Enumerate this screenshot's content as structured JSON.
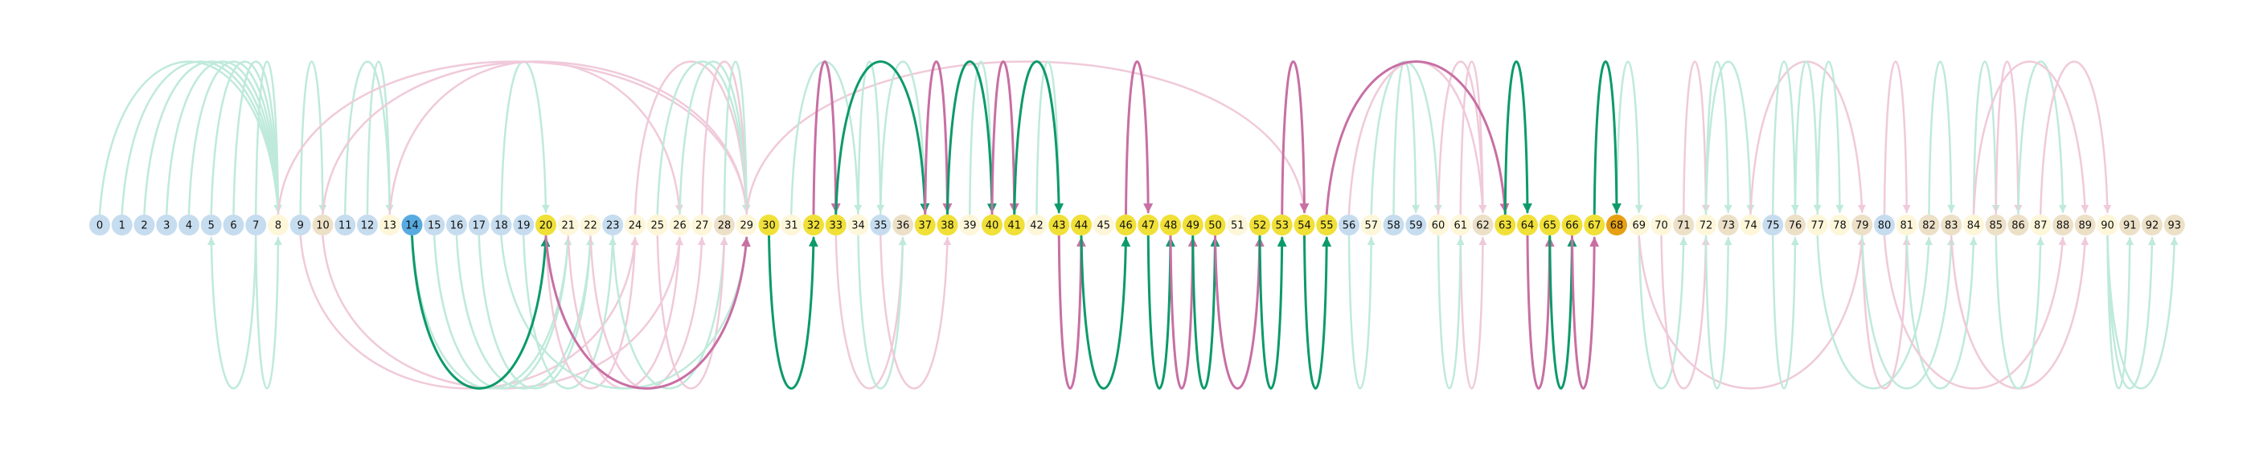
{
  "colors": {
    "low_blue": "#c6dcef",
    "pale_yellow": "#fdf6d9",
    "tan": "#ece0c7",
    "bright_yellow": "#f0e037",
    "blue_source": "#58abe0",
    "orange_target": "#e7a013",
    "green_strong": "#0c9a6a",
    "pink_strong": "#c86fa4",
    "green_faint": "#bfeadb",
    "pink_faint": "#f0cada"
  },
  "nodes": [
    {
      "label": "0",
      "color": "low_blue"
    },
    {
      "label": "1",
      "color": "low_blue"
    },
    {
      "label": "2",
      "color": "low_blue"
    },
    {
      "label": "3",
      "color": "low_blue"
    },
    {
      "label": "4",
      "color": "low_blue"
    },
    {
      "label": "5",
      "color": "low_blue"
    },
    {
      "label": "6",
      "color": "low_blue"
    },
    {
      "label": "7",
      "color": "low_blue"
    },
    {
      "label": "8",
      "color": "pale_yellow"
    },
    {
      "label": "9",
      "color": "low_blue"
    },
    {
      "label": "10",
      "color": "tan"
    },
    {
      "label": "11",
      "color": "low_blue"
    },
    {
      "label": "12",
      "color": "low_blue"
    },
    {
      "label": "13",
      "color": "pale_yellow"
    },
    {
      "label": "14",
      "color": "blue_source"
    },
    {
      "label": "15",
      "color": "low_blue"
    },
    {
      "label": "16",
      "color": "low_blue"
    },
    {
      "label": "17",
      "color": "low_blue"
    },
    {
      "label": "18",
      "color": "low_blue"
    },
    {
      "label": "19",
      "color": "low_blue"
    },
    {
      "label": "20",
      "color": "bright_yellow"
    },
    {
      "label": "21",
      "color": "pale_yellow"
    },
    {
      "label": "22",
      "color": "pale_yellow"
    },
    {
      "label": "23",
      "color": "low_blue"
    },
    {
      "label": "24",
      "color": "pale_yellow"
    },
    {
      "label": "25",
      "color": "pale_yellow"
    },
    {
      "label": "26",
      "color": "pale_yellow"
    },
    {
      "label": "27",
      "color": "pale_yellow"
    },
    {
      "label": "28",
      "color": "tan"
    },
    {
      "label": "29",
      "color": "pale_yellow"
    },
    {
      "label": "30",
      "color": "bright_yellow"
    },
    {
      "label": "31",
      "color": "pale_yellow"
    },
    {
      "label": "32",
      "color": "bright_yellow"
    },
    {
      "label": "33",
      "color": "bright_yellow"
    },
    {
      "label": "34",
      "color": "pale_yellow"
    },
    {
      "label": "35",
      "color": "low_blue"
    },
    {
      "label": "36",
      "color": "tan"
    },
    {
      "label": "37",
      "color": "bright_yellow"
    },
    {
      "label": "38",
      "color": "bright_yellow"
    },
    {
      "label": "39",
      "color": "pale_yellow"
    },
    {
      "label": "40",
      "color": "bright_yellow"
    },
    {
      "label": "41",
      "color": "bright_yellow"
    },
    {
      "label": "42",
      "color": "pale_yellow"
    },
    {
      "label": "43",
      "color": "bright_yellow"
    },
    {
      "label": "44",
      "color": "bright_yellow"
    },
    {
      "label": "45",
      "color": "pale_yellow"
    },
    {
      "label": "46",
      "color": "bright_yellow"
    },
    {
      "label": "47",
      "color": "bright_yellow"
    },
    {
      "label": "48",
      "color": "bright_yellow"
    },
    {
      "label": "49",
      "color": "bright_yellow"
    },
    {
      "label": "50",
      "color": "bright_yellow"
    },
    {
      "label": "51",
      "color": "pale_yellow"
    },
    {
      "label": "52",
      "color": "bright_yellow"
    },
    {
      "label": "53",
      "color": "bright_yellow"
    },
    {
      "label": "54",
      "color": "bright_yellow"
    },
    {
      "label": "55",
      "color": "bright_yellow"
    },
    {
      "label": "56",
      "color": "low_blue"
    },
    {
      "label": "57",
      "color": "pale_yellow"
    },
    {
      "label": "58",
      "color": "low_blue"
    },
    {
      "label": "59",
      "color": "low_blue"
    },
    {
      "label": "60",
      "color": "pale_yellow"
    },
    {
      "label": "61",
      "color": "pale_yellow"
    },
    {
      "label": "62",
      "color": "tan"
    },
    {
      "label": "63",
      "color": "bright_yellow"
    },
    {
      "label": "64",
      "color": "bright_yellow"
    },
    {
      "label": "65",
      "color": "bright_yellow"
    },
    {
      "label": "66",
      "color": "bright_yellow"
    },
    {
      "label": "67",
      "color": "bright_yellow"
    },
    {
      "label": "68",
      "color": "orange_target"
    },
    {
      "label": "69",
      "color": "pale_yellow"
    },
    {
      "label": "70",
      "color": "pale_yellow"
    },
    {
      "label": "71",
      "color": "tan"
    },
    {
      "label": "72",
      "color": "pale_yellow"
    },
    {
      "label": "73",
      "color": "tan"
    },
    {
      "label": "74",
      "color": "pale_yellow"
    },
    {
      "label": "75",
      "color": "low_blue"
    },
    {
      "label": "76",
      "color": "tan"
    },
    {
      "label": "77",
      "color": "pale_yellow"
    },
    {
      "label": "78",
      "color": "pale_yellow"
    },
    {
      "label": "79",
      "color": "tan"
    },
    {
      "label": "80",
      "color": "low_blue"
    },
    {
      "label": "81",
      "color": "pale_yellow"
    },
    {
      "label": "82",
      "color": "tan"
    },
    {
      "label": "83",
      "color": "tan"
    },
    {
      "label": "84",
      "color": "pale_yellow"
    },
    {
      "label": "85",
      "color": "tan"
    },
    {
      "label": "86",
      "color": "tan"
    },
    {
      "label": "87",
      "color": "pale_yellow"
    },
    {
      "label": "88",
      "color": "tan"
    },
    {
      "label": "89",
      "color": "tan"
    },
    {
      "label": "90",
      "color": "pale_yellow"
    },
    {
      "label": "91",
      "color": "tan"
    },
    {
      "label": "92",
      "color": "tan"
    },
    {
      "label": "93",
      "color": "tan"
    }
  ],
  "edges": [
    {
      "from": 14,
      "to": 20,
      "side": "below",
      "color": "green_strong"
    },
    {
      "from": 20,
      "to": 29,
      "side": "below",
      "color": "pink_strong"
    },
    {
      "from": 30,
      "to": 32,
      "side": "below",
      "color": "green_strong"
    },
    {
      "from": 32,
      "to": 33,
      "side": "above",
      "color": "pink_strong"
    },
    {
      "from": 33,
      "to": 37,
      "side": "above",
      "color": "green_strong"
    },
    {
      "from": 37,
      "to": 38,
      "side": "above",
      "color": "pink_strong"
    },
    {
      "from": 38,
      "to": 40,
      "side": "above",
      "color": "green_strong"
    },
    {
      "from": 40,
      "to": 41,
      "side": "above",
      "color": "pink_strong"
    },
    {
      "from": 41,
      "to": 43,
      "side": "above",
      "color": "green_strong"
    },
    {
      "from": 43,
      "to": 44,
      "side": "below",
      "color": "pink_strong"
    },
    {
      "from": 44,
      "to": 46,
      "side": "below",
      "color": "green_strong"
    },
    {
      "from": 46,
      "to": 47,
      "side": "above",
      "color": "pink_strong"
    },
    {
      "from": 47,
      "to": 48,
      "side": "below",
      "color": "green_strong"
    },
    {
      "from": 48,
      "to": 49,
      "side": "below",
      "color": "pink_strong"
    },
    {
      "from": 49,
      "to": 50,
      "side": "below",
      "color": "green_strong"
    },
    {
      "from": 50,
      "to": 52,
      "side": "below",
      "color": "pink_strong"
    },
    {
      "from": 52,
      "to": 53,
      "side": "below",
      "color": "green_strong"
    },
    {
      "from": 53,
      "to": 54,
      "side": "above",
      "color": "pink_strong"
    },
    {
      "from": 54,
      "to": 55,
      "side": "below",
      "color": "green_strong"
    },
    {
      "from": 55,
      "to": 63,
      "side": "above",
      "color": "pink_strong"
    },
    {
      "from": 63,
      "to": 64,
      "side": "above",
      "color": "green_strong"
    },
    {
      "from": 64,
      "to": 65,
      "side": "below",
      "color": "pink_strong"
    },
    {
      "from": 65,
      "to": 66,
      "side": "below",
      "color": "green_strong"
    },
    {
      "from": 66,
      "to": 67,
      "side": "below",
      "color": "pink_strong"
    },
    {
      "from": 67,
      "to": 68,
      "side": "above",
      "color": "green_strong"
    },
    {
      "from": 0,
      "to": 8,
      "side": "above",
      "color": "green_faint"
    },
    {
      "from": 1,
      "to": 8,
      "side": "above",
      "color": "green_faint"
    },
    {
      "from": 2,
      "to": 8,
      "side": "above",
      "color": "green_faint"
    },
    {
      "from": 3,
      "to": 8,
      "side": "above",
      "color": "green_faint"
    },
    {
      "from": 4,
      "to": 8,
      "side": "above",
      "color": "green_faint"
    },
    {
      "from": 5,
      "to": 8,
      "side": "above",
      "color": "green_faint"
    },
    {
      "from": 6,
      "to": 8,
      "side": "above",
      "color": "green_faint"
    },
    {
      "from": 7,
      "to": 8,
      "side": "above",
      "color": "green_faint"
    },
    {
      "from": 9,
      "to": 10,
      "side": "above",
      "color": "green_faint"
    },
    {
      "from": 11,
      "to": 13,
      "side": "above",
      "color": "green_faint"
    },
    {
      "from": 12,
      "to": 13,
      "side": "above",
      "color": "green_faint"
    },
    {
      "from": 18,
      "to": 20,
      "side": "above",
      "color": "green_faint"
    },
    {
      "from": 8,
      "to": 29,
      "side": "above",
      "color": "pink_faint"
    },
    {
      "from": 10,
      "to": 29,
      "side": "above",
      "color": "pink_faint"
    },
    {
      "from": 13,
      "to": 26,
      "side": "above",
      "color": "pink_faint"
    },
    {
      "from": 24,
      "to": 29,
      "side": "above",
      "color": "pink_faint"
    },
    {
      "from": 25,
      "to": 29,
      "side": "above",
      "color": "green_faint"
    },
    {
      "from": 26,
      "to": 29,
      "side": "above",
      "color": "green_faint"
    },
    {
      "from": 27,
      "to": 29,
      "side": "above",
      "color": "pink_faint"
    },
    {
      "from": 28,
      "to": 29,
      "side": "above",
      "color": "green_faint"
    },
    {
      "from": 29,
      "to": 54,
      "side": "above",
      "color": "pink_faint"
    },
    {
      "from": 31,
      "to": 34,
      "side": "above",
      "color": "green_faint"
    },
    {
      "from": 34,
      "to": 35,
      "side": "above",
      "color": "green_faint"
    },
    {
      "from": 35,
      "to": 37,
      "side": "above",
      "color": "green_faint"
    },
    {
      "from": 39,
      "to": 40,
      "side": "above",
      "color": "green_faint"
    },
    {
      "from": 42,
      "to": 43,
      "side": "above",
      "color": "green_faint"
    },
    {
      "from": 58,
      "to": 59,
      "side": "above",
      "color": "green_faint"
    },
    {
      "from": 57,
      "to": 60,
      "side": "above",
      "color": "green_faint"
    },
    {
      "from": 56,
      "to": 62,
      "side": "above",
      "color": "pink_faint"
    },
    {
      "from": 60,
      "to": 62,
      "side": "above",
      "color": "pink_faint"
    },
    {
      "from": 61,
      "to": 62,
      "side": "above",
      "color": "pink_faint"
    },
    {
      "from": 68,
      "to": 69,
      "side": "above",
      "color": "green_faint"
    },
    {
      "from": 71,
      "to": 72,
      "side": "above",
      "color": "pink_faint"
    },
    {
      "from": 72,
      "to": 73,
      "side": "above",
      "color": "green_faint"
    },
    {
      "from": 72,
      "to": 74,
      "side": "above",
      "color": "green_faint"
    },
    {
      "from": 74,
      "to": 79,
      "side": "above",
      "color": "pink_faint"
    },
    {
      "from": 75,
      "to": 76,
      "side": "above",
      "color": "green_faint"
    },
    {
      "from": 76,
      "to": 77,
      "side": "above",
      "color": "green_faint"
    },
    {
      "from": 77,
      "to": 78,
      "side": "above",
      "color": "green_faint"
    },
    {
      "from": 80,
      "to": 81,
      "side": "above",
      "color": "pink_faint"
    },
    {
      "from": 82,
      "to": 83,
      "side": "above",
      "color": "green_faint"
    },
    {
      "from": 84,
      "to": 85,
      "side": "above",
      "color": "green_faint"
    },
    {
      "from": 85,
      "to": 86,
      "side": "above",
      "color": "pink_faint"
    },
    {
      "from": 86,
      "to": 88,
      "side": "above",
      "color": "green_faint"
    },
    {
      "from": 87,
      "to": 90,
      "side": "above",
      "color": "pink_faint"
    },
    {
      "from": 84,
      "to": 89,
      "side": "above",
      "color": "pink_faint"
    },
    {
      "from": 7,
      "to": 5,
      "side": "below",
      "color": "green_faint"
    },
    {
      "from": 7,
      "to": 8,
      "side": "below",
      "color": "green_faint"
    },
    {
      "from": 9,
      "to": 24,
      "side": "below",
      "color": "pink_faint"
    },
    {
      "from": 10,
      "to": 26,
      "side": "below",
      "color": "pink_faint"
    },
    {
      "from": 14,
      "to": 21,
      "side": "below",
      "color": "green_faint"
    },
    {
      "from": 15,
      "to": 21,
      "side": "below",
      "color": "green_faint"
    },
    {
      "from": 16,
      "to": 22,
      "side": "below",
      "color": "green_faint"
    },
    {
      "from": 17,
      "to": 22,
      "side": "below",
      "color": "green_faint"
    },
    {
      "from": 19,
      "to": 23,
      "side": "below",
      "color": "green_faint"
    },
    {
      "from": 20,
      "to": 24,
      "side": "below",
      "color": "pink_faint"
    },
    {
      "from": 21,
      "to": 26,
      "side": "below",
      "color": "pink_faint"
    },
    {
      "from": 22,
      "to": 27,
      "side": "below",
      "color": "pink_faint"
    },
    {
      "from": 23,
      "to": 28,
      "side": "below",
      "color": "green_faint"
    },
    {
      "from": 25,
      "to": 28,
      "side": "below",
      "color": "pink_faint"
    },
    {
      "from": 18,
      "to": 29,
      "side": "below",
      "color": "green_faint"
    },
    {
      "from": 33,
      "to": 36,
      "side": "below",
      "color": "pink_faint"
    },
    {
      "from": 34,
      "to": 36,
      "side": "below",
      "color": "green_faint"
    },
    {
      "from": 35,
      "to": 38,
      "side": "below",
      "color": "pink_faint"
    },
    {
      "from": 56,
      "to": 57,
      "side": "below",
      "color": "green_faint"
    },
    {
      "from": 61,
      "to": 62,
      "side": "below",
      "color": "pink_faint"
    },
    {
      "from": 60,
      "to": 61,
      "side": "below",
      "color": "green_faint"
    },
    {
      "from": 69,
      "to": 71,
      "side": "below",
      "color": "green_faint"
    },
    {
      "from": 69,
      "to": 79,
      "side": "below",
      "color": "pink_faint"
    },
    {
      "from": 70,
      "to": 72,
      "side": "below",
      "color": "pink_faint"
    },
    {
      "from": 72,
      "to": 73,
      "side": "below",
      "color": "green_faint"
    },
    {
      "from": 75,
      "to": 76,
      "side": "below",
      "color": "green_faint"
    },
    {
      "from": 77,
      "to": 82,
      "side": "below",
      "color": "green_faint"
    },
    {
      "from": 79,
      "to": 81,
      "side": "below",
      "color": "pink_faint"
    },
    {
      "from": 79,
      "to": 83,
      "side": "below",
      "color": "green_faint"
    },
    {
      "from": 81,
      "to": 84,
      "side": "below",
      "color": "green_faint"
    },
    {
      "from": 80,
      "to": 88,
      "side": "below",
      "color": "pink_faint"
    },
    {
      "from": 83,
      "to": 89,
      "side": "below",
      "color": "pink_faint"
    },
    {
      "from": 85,
      "to": 87,
      "side": "below",
      "color": "green_faint"
    },
    {
      "from": 90,
      "to": 91,
      "side": "below",
      "color": "green_faint"
    },
    {
      "from": 90,
      "to": 92,
      "side": "below",
      "color": "green_faint"
    },
    {
      "from": 90,
      "to": 93,
      "side": "below",
      "color": "green_faint"
    }
  ]
}
